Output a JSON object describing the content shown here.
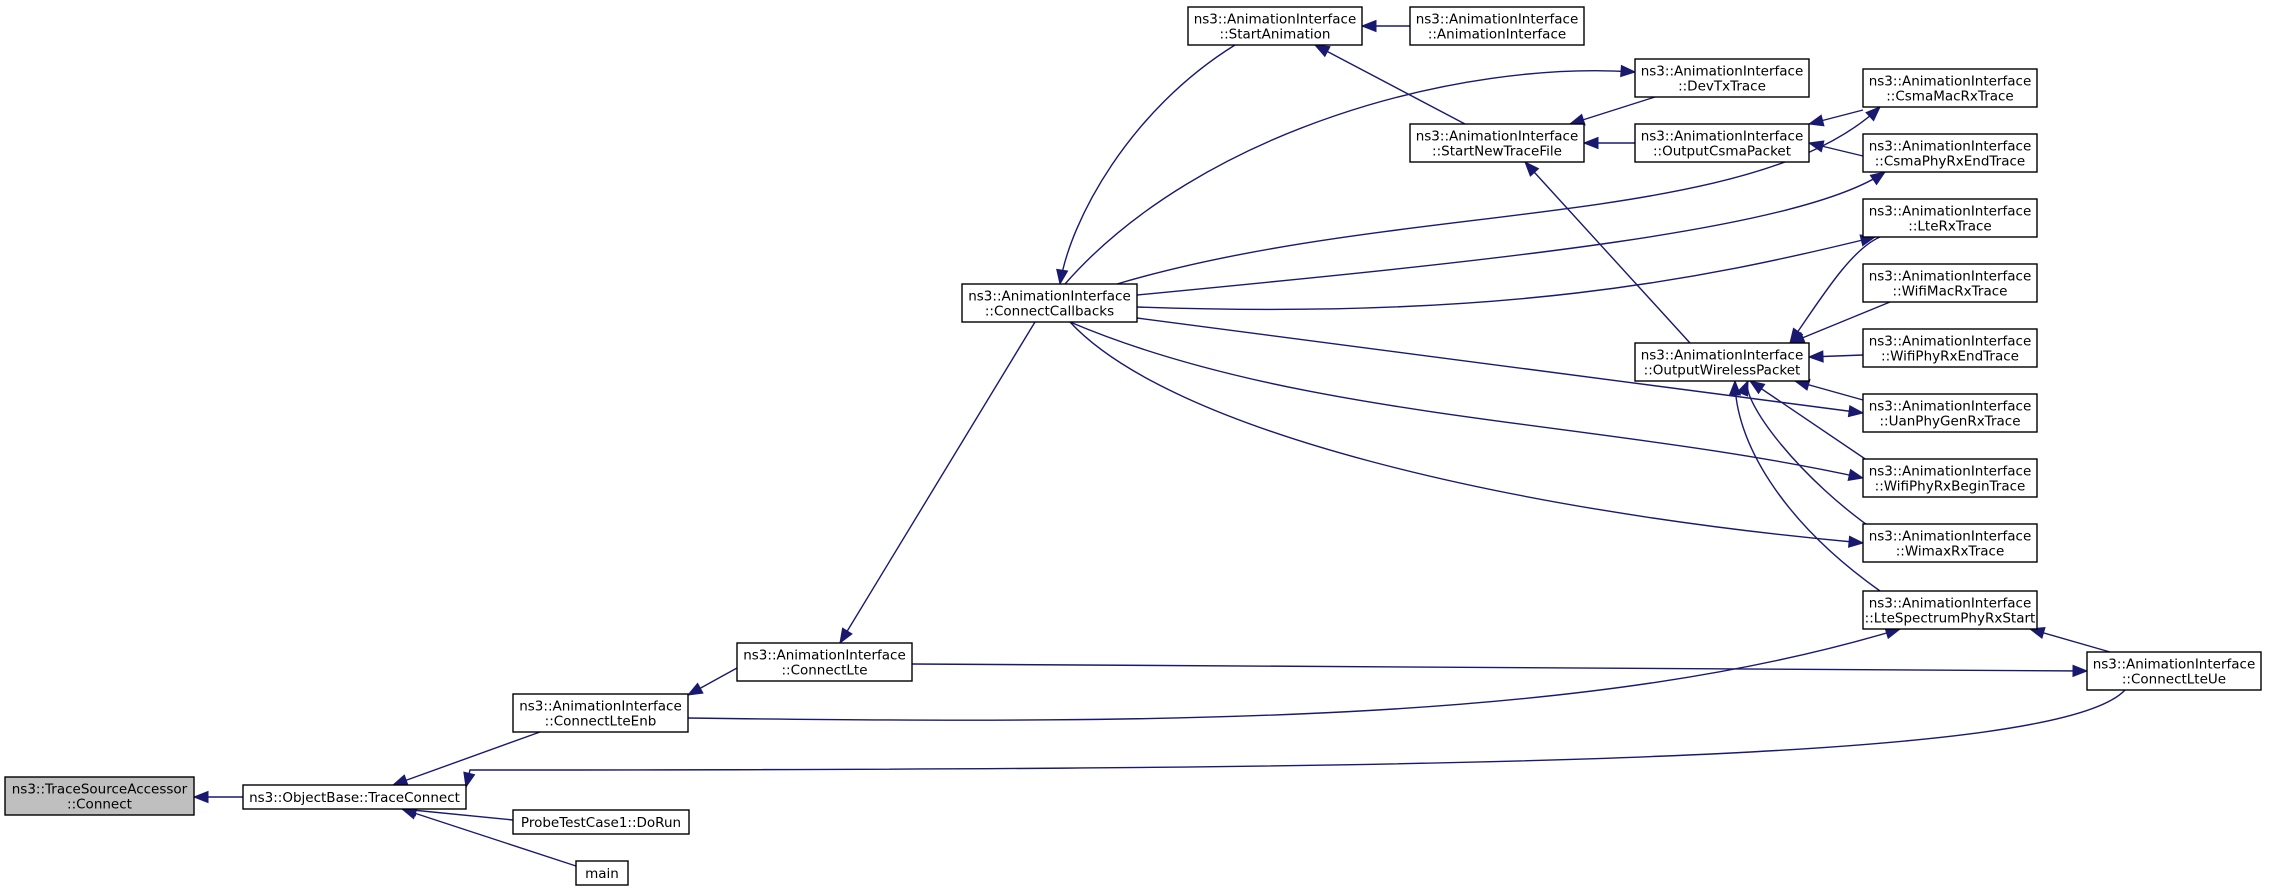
{
  "nodes": [
    {
      "id": "tsa_connect",
      "lines": [
        "ns3::TraceSourceAccessor",
        "::Connect"
      ],
      "highlight": true
    },
    {
      "id": "ob_traceconnect",
      "lines": [
        "ns3::ObjectBase::TraceConnect"
      ]
    },
    {
      "id": "ai_connectlteenb",
      "lines": [
        "ns3::AnimationInterface",
        "::ConnectLteEnb"
      ]
    },
    {
      "id": "probe_dorun",
      "lines": [
        "ProbeTestCase1::DoRun"
      ]
    },
    {
      "id": "main",
      "lines": [
        "main"
      ]
    },
    {
      "id": "ai_connectlte",
      "lines": [
        "ns3::AnimationInterface",
        "::ConnectLte"
      ]
    },
    {
      "id": "ai_connectcallbacks",
      "lines": [
        "ns3::AnimationInterface",
        "::ConnectCallbacks"
      ]
    },
    {
      "id": "ai_startanimation",
      "lines": [
        "ns3::AnimationInterface",
        "::StartAnimation"
      ]
    },
    {
      "id": "ai_ctor",
      "lines": [
        "ns3::AnimationInterface",
        "::AnimationInterface"
      ]
    },
    {
      "id": "ai_startnewtracefile",
      "lines": [
        "ns3::AnimationInterface",
        "::StartNewTraceFile"
      ]
    },
    {
      "id": "ai_devtxtrace",
      "lines": [
        "ns3::AnimationInterface",
        "::DevTxTrace"
      ]
    },
    {
      "id": "ai_outputcsmapacket",
      "lines": [
        "ns3::AnimationInterface",
        "::OutputCsmaPacket"
      ]
    },
    {
      "id": "ai_csmamacrxtrace",
      "lines": [
        "ns3::AnimationInterface",
        "::CsmaMacRxTrace"
      ]
    },
    {
      "id": "ai_csmaphyrxendtrace",
      "lines": [
        "ns3::AnimationInterface",
        "::CsmaPhyRxEndTrace"
      ]
    },
    {
      "id": "ai_lterxtrace",
      "lines": [
        "ns3::AnimationInterface",
        "::LteRxTrace"
      ]
    },
    {
      "id": "ai_wifimacrxtrace",
      "lines": [
        "ns3::AnimationInterface",
        "::WifiMacRxTrace"
      ]
    },
    {
      "id": "ai_outputwirelesspacket",
      "lines": [
        "ns3::AnimationInterface",
        "::OutputWirelessPacket"
      ]
    },
    {
      "id": "ai_wifiphyrxendtrace",
      "lines": [
        "ns3::AnimationInterface",
        "::WifiPhyRxEndTrace"
      ]
    },
    {
      "id": "ai_uanphygenrxtrace",
      "lines": [
        "ns3::AnimationInterface",
        "::UanPhyGenRxTrace"
      ]
    },
    {
      "id": "ai_wifiphyrxbegintrace",
      "lines": [
        "ns3::AnimationInterface",
        "::WifiPhyRxBeginTrace"
      ]
    },
    {
      "id": "ai_wimaxrxtrace",
      "lines": [
        "ns3::AnimationInterface",
        "::WimaxRxTrace"
      ]
    },
    {
      "id": "ai_ltespectrumphyrxstart",
      "lines": [
        "ns3::AnimationInterface",
        "::LteSpectrumPhyRxStart"
      ]
    },
    {
      "id": "ai_connectlteue",
      "lines": [
        "ns3::AnimationInterface",
        "::ConnectLteUe"
      ]
    }
  ],
  "edges": [
    {
      "from": "ob_traceconnect",
      "to": "tsa_connect"
    },
    {
      "from": "ai_connectlteenb",
      "to": "ob_traceconnect"
    },
    {
      "from": "ai_connectlteue",
      "to": "ob_traceconnect"
    },
    {
      "from": "probe_dorun",
      "to": "ob_traceconnect"
    },
    {
      "from": "main",
      "to": "ob_traceconnect"
    },
    {
      "from": "ai_connectlte",
      "to": "ai_connectlteenb"
    },
    {
      "from": "ai_connectcallbacks",
      "to": "ai_connectlte"
    },
    {
      "from": "ai_connectlte",
      "to": "ai_connectlteue"
    },
    {
      "from": "ai_connectlteenb",
      "to": "ai_ltespectrumphyrxstart"
    },
    {
      "from": "ai_connectlteue",
      "to": "ai_ltespectrumphyrxstart"
    },
    {
      "from": "ai_startanimation",
      "to": "ai_connectcallbacks"
    },
    {
      "from": "ai_ctor",
      "to": "ai_startanimation"
    },
    {
      "from": "ai_startnewtracefile",
      "to": "ai_startanimation"
    },
    {
      "from": "ai_devtxtrace",
      "to": "ai_startnewtracefile"
    },
    {
      "from": "ai_outputcsmapacket",
      "to": "ai_startnewtracefile"
    },
    {
      "from": "ai_outputwirelesspacket",
      "to": "ai_startnewtracefile"
    },
    {
      "from": "ai_csmamacrxtrace",
      "to": "ai_outputcsmapacket"
    },
    {
      "from": "ai_csmaphyrxendtrace",
      "to": "ai_outputcsmapacket"
    },
    {
      "from": "ai_connectcallbacks",
      "to": "ai_devtxtrace"
    },
    {
      "from": "ai_connectcallbacks",
      "to": "ai_csmamacrxtrace"
    },
    {
      "from": "ai_connectcallbacks",
      "to": "ai_csmaphyrxendtrace"
    },
    {
      "from": "ai_connectcallbacks",
      "to": "ai_lterxtrace"
    },
    {
      "from": "ai_connectcallbacks",
      "to": "ai_uanphygenrxtrace"
    },
    {
      "from": "ai_connectcallbacks",
      "to": "ai_wifiphyrxbegintrace"
    },
    {
      "from": "ai_connectcallbacks",
      "to": "ai_wimaxrxtrace"
    },
    {
      "from": "ai_lterxtrace",
      "to": "ai_outputwirelesspacket"
    },
    {
      "from": "ai_wifimacrxtrace",
      "to": "ai_outputwirelesspacket"
    },
    {
      "from": "ai_wifiphyrxendtrace",
      "to": "ai_outputwirelesspacket"
    },
    {
      "from": "ai_uanphygenrxtrace",
      "to": "ai_outputwirelesspacket"
    },
    {
      "from": "ai_wifiphyrxbegintrace",
      "to": "ai_outputwirelesspacket"
    },
    {
      "from": "ai_wimaxrxtrace",
      "to": "ai_outputwirelesspacket"
    },
    {
      "from": "ai_ltespectrumphyrxstart",
      "to": "ai_outputwirelesspacket"
    }
  ],
  "colors": {
    "edge": "#191970",
    "node_border": "#000000",
    "node_fill": "#ffffff",
    "highlight_fill": "#bfbfbf"
  }
}
